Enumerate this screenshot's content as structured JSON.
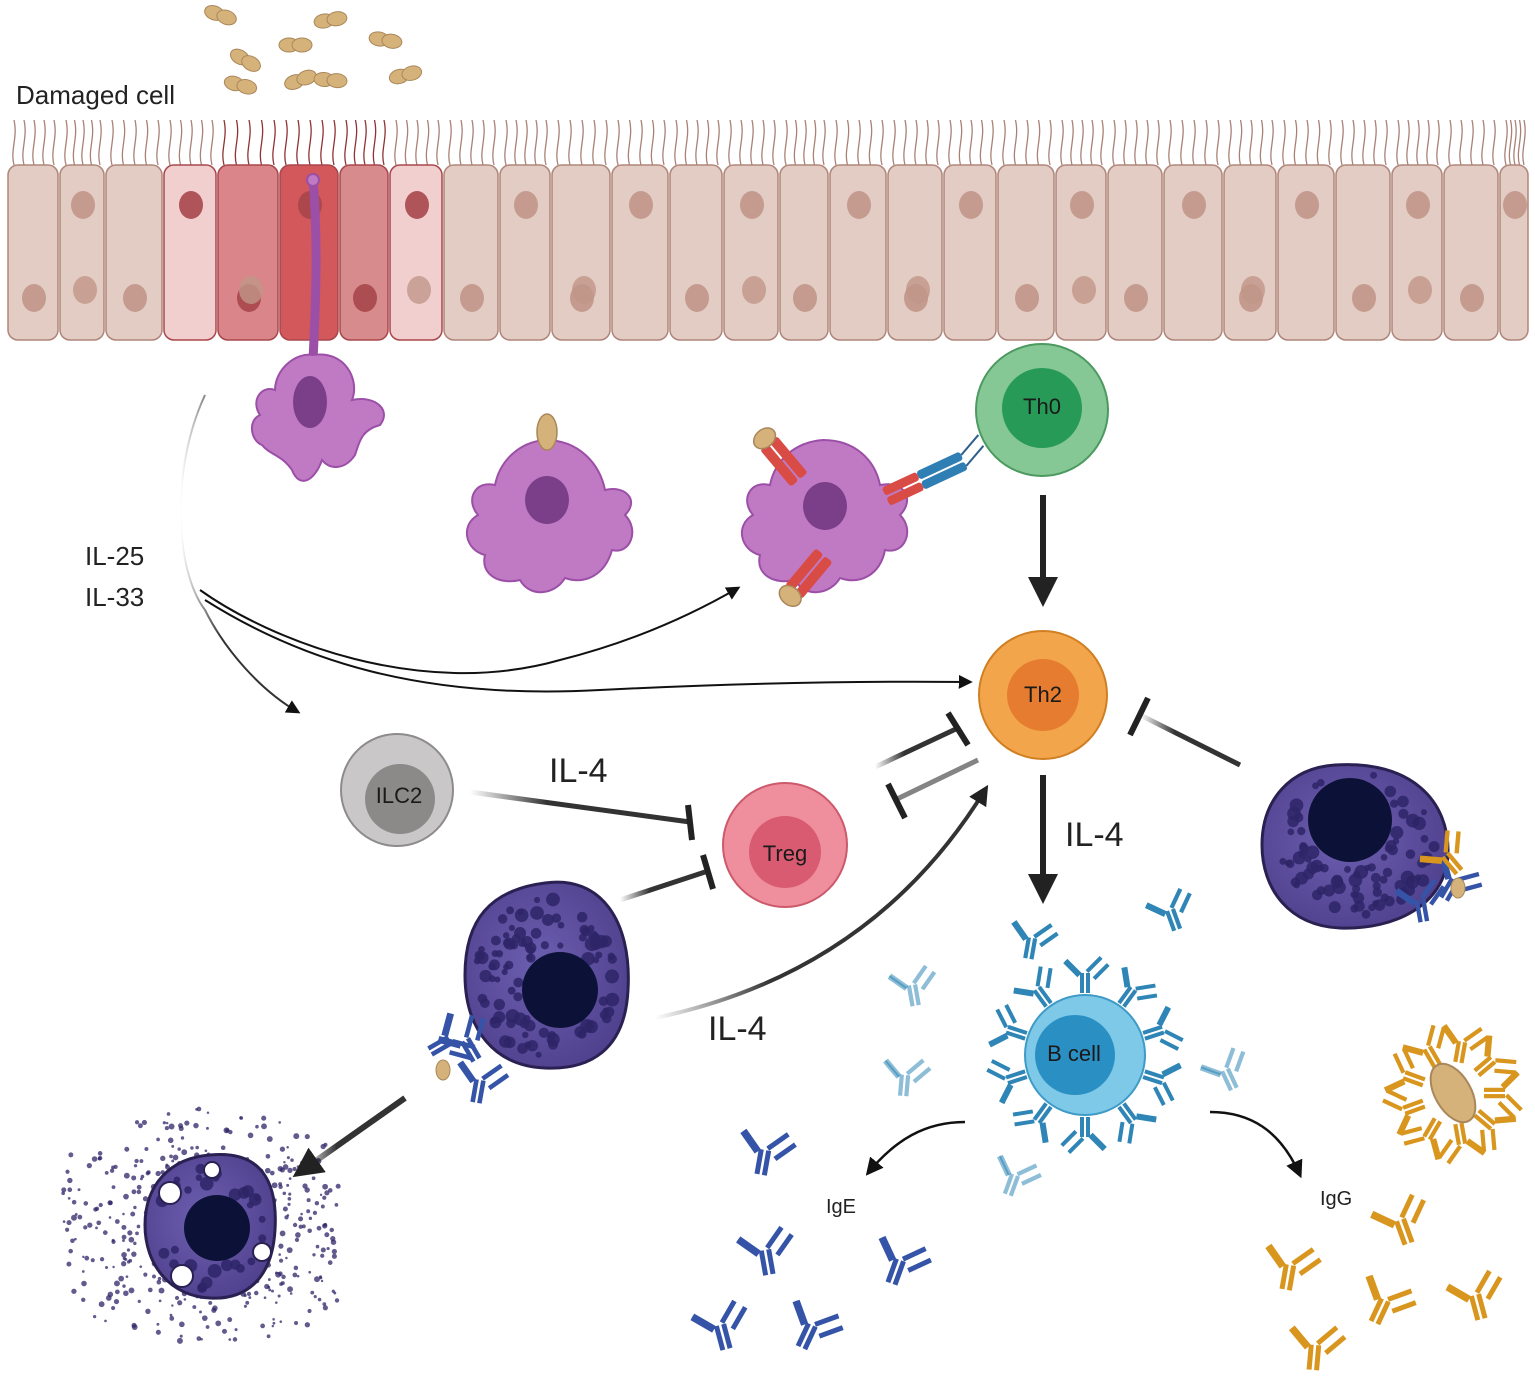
{
  "labels": {
    "damaged_cell": "Damaged cell",
    "il25": "IL-25",
    "il33": "IL-33",
    "il4_ilc2": "IL-4",
    "il4_th2_b": "IL-4",
    "il4_mast": "IL-4",
    "ige": "IgE",
    "igg": "IgG"
  },
  "cells": {
    "th0": "Th0",
    "th2": "Th2",
    "ilc2": "ILC2",
    "treg": "Treg",
    "bcell": "B cell"
  },
  "colors": {
    "epithelium": "#e3ccc3",
    "epithelium_stroke": "#b0857a",
    "damaged": "#c94a4d",
    "dendritic": "#c07ac3",
    "th0": "#86c796",
    "th2": "#f2a54a",
    "ilc2": "#c9c7c7",
    "treg": "#ef8e9c",
    "bcell": "#7ec8e8",
    "mast": "#5a4b9c",
    "ige": "#3554a8",
    "igg": "#d9961e",
    "peanut": "#d6b27b"
  }
}
